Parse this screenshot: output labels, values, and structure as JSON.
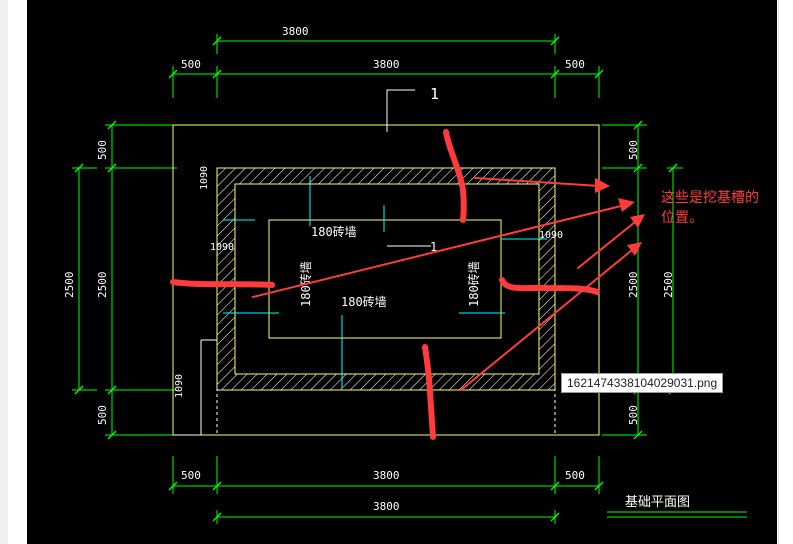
{
  "window": {
    "kind": "image-viewer"
  },
  "drawing": {
    "title": "基础平面图",
    "section_mark": "1",
    "section_mark_inner": "1",
    "dims": {
      "top_overall": "3800",
      "top_left": "500",
      "top_mid": "3800",
      "top_right": "500",
      "bottom_left": "500",
      "bottom_mid": "3800",
      "bottom_right": "500",
      "bottom_overall": "3800",
      "left_top": "500",
      "left_mid": "2500",
      "left_bottom": "500",
      "left_overall": "2500",
      "right_top": "500",
      "right_mid": "2500",
      "right_bottom": "500",
      "right_overall": "2500",
      "inner_top": "1090",
      "inner_left": "1090",
      "inner_right": "1090",
      "inner_bottom": "1090"
    },
    "trench_labels": {
      "top": "180砖墙",
      "center": "180砖墙",
      "left_vertical": "180砖墙",
      "right_vertical": "180砖墙"
    }
  },
  "annotation": {
    "text_line1": "这些是挖基槽的",
    "text_line2": "位置。",
    "color": "#ff3b3b"
  },
  "tooltip": {
    "filename": "1621474338104029031.png"
  },
  "colors": {
    "dim": "#00ff00",
    "wall": "#ffff66",
    "axis": "#00ffff",
    "ink": "#ffffff",
    "markup": "#ff3b3b",
    "bg": "#000000"
  }
}
